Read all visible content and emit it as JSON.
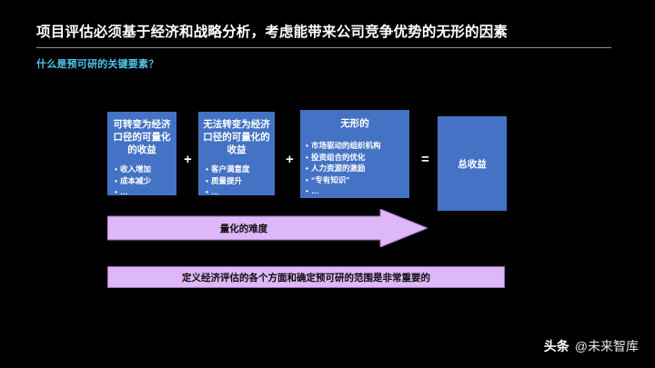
{
  "slide": {
    "title": "项目评估必须基于经济和战略分析，考虑能带来公司竞争优势的无形的因素",
    "subtitle": "什么是预可研的关键要素？",
    "background_color": "#000000",
    "accent_blue": "#4472C4",
    "accent_purple": "#DDB7F7",
    "subtitle_color": "#4EC3EA"
  },
  "boxes": [
    {
      "heading": "可转变为经济口径的可量化的收益",
      "items": [
        "收入增加",
        "成本减少",
        "…"
      ]
    },
    {
      "heading": "无法转变为经济口径的可量化的收益",
      "items": [
        "客户满意度",
        "质量提升",
        "…"
      ]
    },
    {
      "heading": "无形的",
      "items": [
        "市场驱动的组织机构",
        "投资组合的优化",
        "人力资源的激励",
        "“专有知识”",
        "…"
      ]
    }
  ],
  "operators": {
    "plus_1": "+",
    "plus_2": "+",
    "equals": "="
  },
  "total_box": {
    "label": "总收益"
  },
  "arrow": {
    "label": "量化的难度",
    "color": "#DDB7F7",
    "direction": "right"
  },
  "banner": {
    "text": "定义经济评估的各个方面和确定预可研的范围是非常重要的"
  },
  "footer": {
    "brand": "头条",
    "handle": "@未来智库"
  }
}
